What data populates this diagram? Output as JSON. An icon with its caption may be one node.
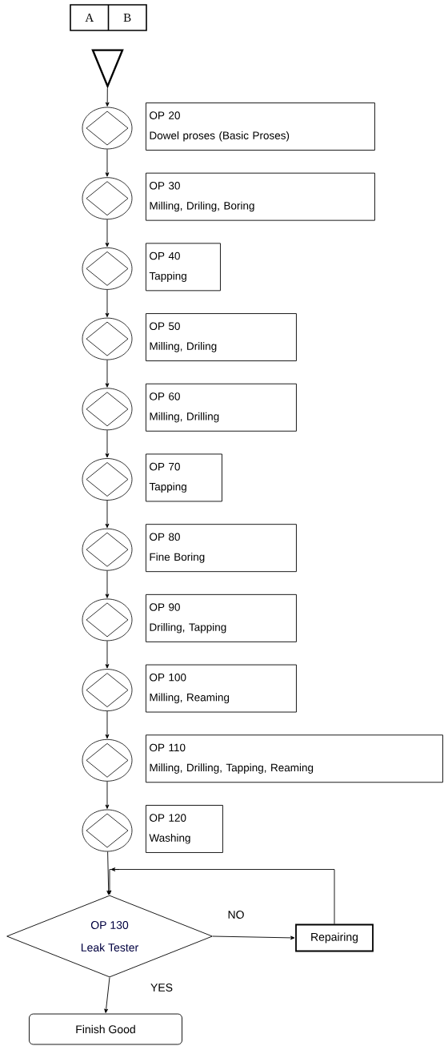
{
  "diagram": {
    "nodes": [
      {
        "text": [
          "A",
          "B"
        ]
      },
      {
        "text": [],
        "shape": "triangle"
      },
      {
        "text": [],
        "shape": "circle"
      },
      {
        "text": [
          "OP 20",
          "Dowel proses (Basic Proses)"
        ]
      },
      {
        "text": [],
        "shape": "circle"
      },
      {
        "text": [
          "OP 30",
          "Milling, Driling, Boring"
        ]
      },
      {
        "text": [],
        "shape": "circle"
      },
      {
        "text": [
          "OP 40",
          "Tapping"
        ]
      },
      {
        "text": [],
        "shape": "circle"
      },
      {
        "text": [
          "OP 50",
          "Milling, Driling"
        ]
      },
      {
        "text": [],
        "shape": "circle"
      },
      {
        "text": [
          "OP 60",
          "Milling, Drilling"
        ]
      },
      {
        "text": [],
        "shape": "circle"
      },
      {
        "text": [
          "OP 70",
          "Tapping"
        ]
      },
      {
        "text": [],
        "shape": "circle"
      },
      {
        "text": [
          "OP 80",
          "Fine Boring"
        ]
      },
      {
        "text": [],
        "shape": "circle"
      },
      {
        "text": [
          "OP 90",
          "Drilling, Tapping"
        ]
      },
      {
        "text": [],
        "shape": "circle"
      },
      {
        "text": [
          "OP 100",
          "Milling, Reaming"
        ]
      },
      {
        "text": [],
        "shape": "circle"
      },
      {
        "text": [
          "OP 110",
          "Milling, Drilling, Tapping, Reaming"
        ]
      },
      {
        "text": [],
        "shape": "circle"
      },
      {
        "text": [
          "OP 120",
          "Washing"
        ]
      },
      {
        "text": [
          "OP 130",
          "Leak Tester"
        ]
      },
      {
        "text": [
          "Repairing"
        ]
      },
      {
        "text": [
          "Finish Good"
        ]
      }
    ],
    "edges": [
      {
        "from": 1,
        "to": 2,
        "arrow": "to"
      },
      {
        "from": 2,
        "to": 4,
        "arrow": "to"
      },
      {
        "from": 4,
        "to": 6,
        "arrow": "to"
      },
      {
        "from": 6,
        "to": 8,
        "arrow": "to"
      },
      {
        "from": 8,
        "to": 10,
        "arrow": "to"
      },
      {
        "from": 10,
        "to": 12,
        "arrow": "to"
      },
      {
        "from": 12,
        "to": 14,
        "arrow": "to"
      },
      {
        "from": 14,
        "to": 16,
        "arrow": "to"
      },
      {
        "from": 16,
        "to": 18,
        "arrow": "to"
      },
      {
        "from": 18,
        "to": 20,
        "arrow": "to"
      },
      {
        "from": 20,
        "to": 22,
        "arrow": "to"
      },
      {
        "from": 22,
        "to": 24,
        "arrow": "to"
      },
      {
        "from": 24,
        "to": 25,
        "arrow": "to",
        "label": "NO"
      },
      {
        "from": 25,
        "to": 24,
        "arrow": "to"
      },
      {
        "from": 24,
        "to": 26,
        "arrow": "to",
        "label": "YES"
      }
    ]
  }
}
